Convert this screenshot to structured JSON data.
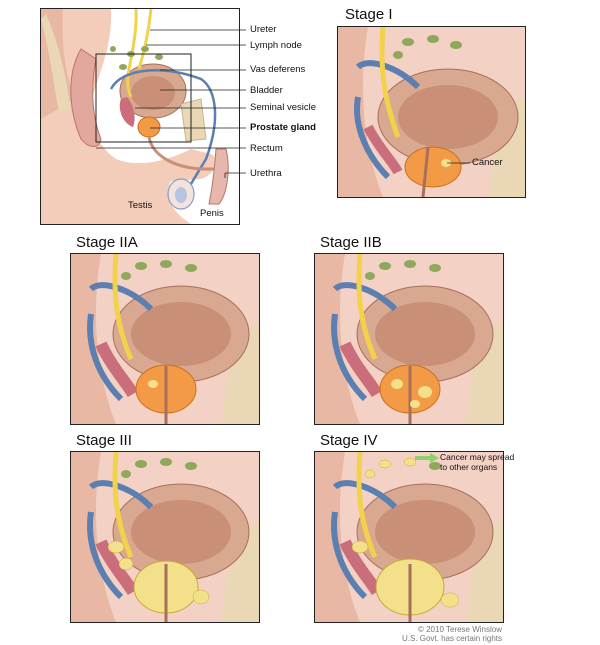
{
  "overview": {
    "labels": {
      "ureter": "Ureter",
      "lymph_node": "Lymph node",
      "vas_deferens": "Vas deferens",
      "bladder": "Bladder",
      "seminal_vesicle": "Seminal vesicle",
      "prostate_gland": "Prostate gland",
      "rectum": "Rectum",
      "urethra": "Urethra",
      "testis": "Testis",
      "penis": "Penis"
    }
  },
  "panels": {
    "stage1": {
      "title": "Stage I",
      "label_cancer": "Cancer"
    },
    "stage2a": {
      "title": "Stage IIA"
    },
    "stage2b": {
      "title": "Stage IIB"
    },
    "stage3": {
      "title": "Stage III"
    },
    "stage4": {
      "title": "Stage IV",
      "label_spread_line1": "Cancer may spread",
      "label_spread_line2": "to other organs"
    }
  },
  "credit": {
    "line1": "© 2010 Terese Winslow",
    "line2": "U.S. Govt. has certain rights"
  },
  "colors": {
    "bladder": "#d9a891",
    "bladder_inner": "#c98f77",
    "prostate": "#f29a45",
    "cancer": "#f2e08a",
    "vas": "#5b7fb0",
    "ureter": "#f2d24a",
    "lymph": "#8fa85c",
    "seminal": "#c96e7a",
    "rectum": "#e7b7ad",
    "bone": "#ead7b5"
  }
}
